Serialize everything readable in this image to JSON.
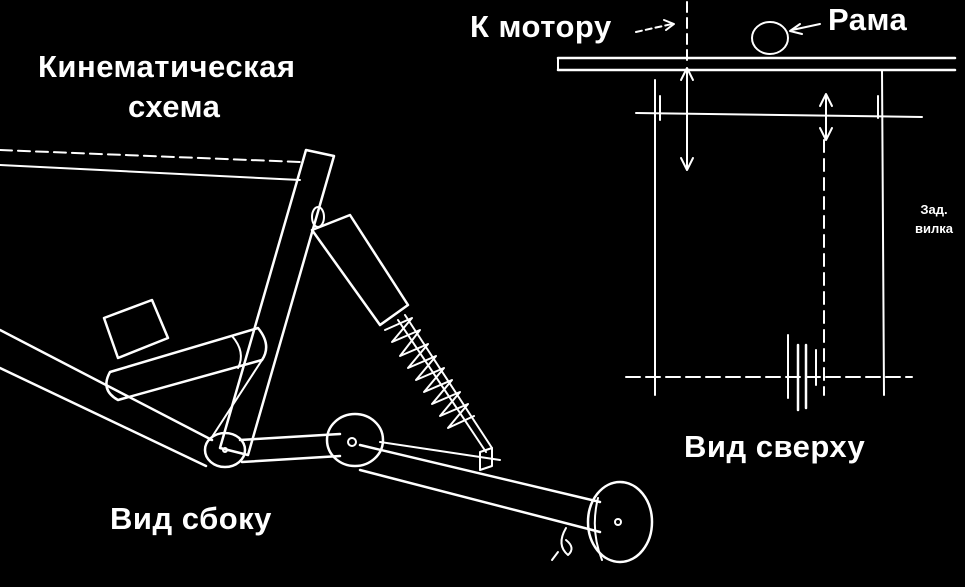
{
  "labels": {
    "kinematic_line1": "Кинематическая",
    "kinematic_line2": "схема",
    "to_motor": "К мотору",
    "frame": "Рама",
    "rear_fork_line1": "Зад.",
    "rear_fork_line2": "вилка",
    "top_view": "Вид сверху",
    "side_view": "Вид сбоку"
  },
  "colors": {
    "background": "#000000",
    "ink": "#ffffff"
  }
}
